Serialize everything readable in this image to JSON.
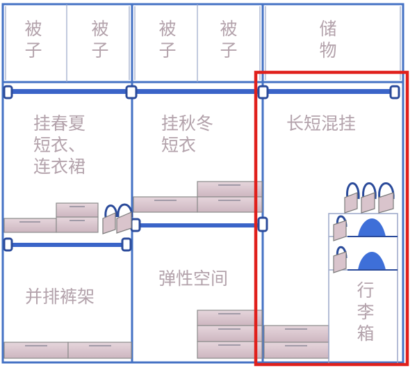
{
  "colors": {
    "frame": "#4472c4",
    "rail": "#3a64c8",
    "rail_dark": "#2a4a9a",
    "drawer_fill": "#dcc8d0",
    "drawer_edge": "#8a8a8a",
    "label": "#b3a2ab",
    "highlight": "#e0201c",
    "hanger_fill": "#3e6fd8",
    "bin_fill": "#d9c4cc"
  },
  "labels": {
    "quilt_1": [
      "被",
      "子"
    ],
    "quilt_2": [
      "被",
      "子"
    ],
    "quilt_3": [
      "被",
      "子"
    ],
    "quilt_4": [
      "被",
      "子"
    ],
    "storage": [
      "储",
      "物"
    ],
    "spring_summer": [
      "挂春夏",
      "短衣、",
      "连衣裙"
    ],
    "autumn_winter": [
      "挂秋冬",
      "短衣"
    ],
    "mixed_hanging": "长短混挂",
    "pants_rack": "并排裤架",
    "flex_space": "弹性空间",
    "luggage": [
      "行",
      "李",
      "箱"
    ]
  }
}
